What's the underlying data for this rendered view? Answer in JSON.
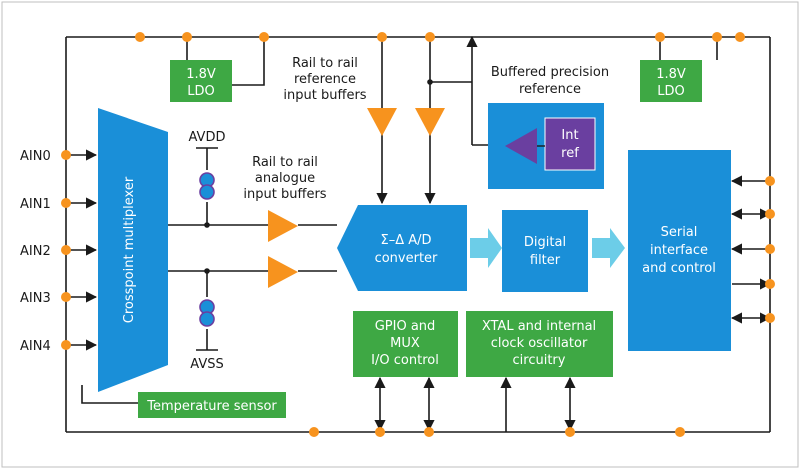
{
  "inputs": [
    "AIN0",
    "AIN1",
    "AIN2",
    "AIN3",
    "AIN4"
  ],
  "blocks": {
    "mux": "Crosspoint multiplexer",
    "ldo_left": [
      "1.8V",
      "LDO"
    ],
    "ldo_right": [
      "1.8V",
      "LDO"
    ],
    "adc": [
      "Σ–Δ A/D",
      "converter"
    ],
    "filter": [
      "Digital",
      "filter"
    ],
    "serial": [
      "Serial",
      "interface",
      "and control"
    ],
    "int_ref": [
      "Int",
      "ref"
    ],
    "gpio": [
      "GPIO and",
      "MUX",
      "I/O control"
    ],
    "xtal": [
      "XTAL and internal",
      "clock oscillator",
      "circuitry"
    ],
    "temp": "Temperature sensor"
  },
  "labels": {
    "avdd": "AVDD",
    "avss": "AVSS",
    "ref_buffers": [
      "Rail to rail",
      "reference",
      "input buffers"
    ],
    "analog_buffers": [
      "Rail to rail",
      "analogue",
      "input buffers"
    ],
    "precision_ref": [
      "Buffered precision",
      "reference"
    ]
  },
  "colors": {
    "blue": "#1a8fd8",
    "green": "#3ea844",
    "orange": "#f7931e",
    "purple": "#6a3fa0",
    "cyan_arrow": "#6ccde8",
    "line": "#1a1a1a"
  }
}
